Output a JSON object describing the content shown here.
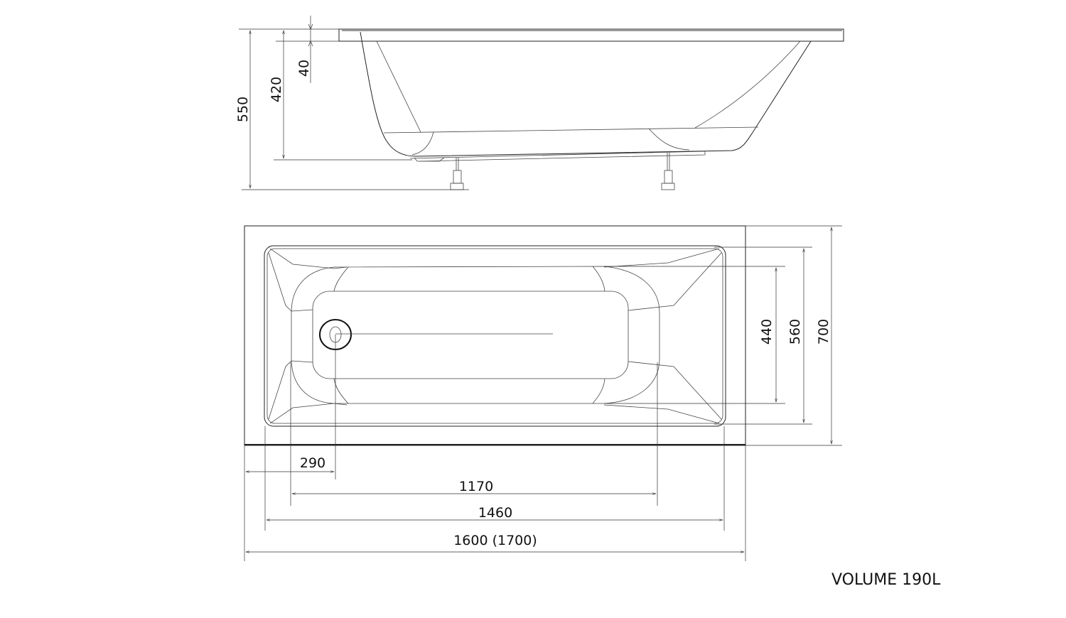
{
  "side_view": {
    "dims": {
      "total_height": "550",
      "depth": "420",
      "rim": "40"
    }
  },
  "top_view": {
    "dims": {
      "drain_offset": "290",
      "floor_length": "1170",
      "inner_length": "1460",
      "overall_length": "1600 (1700)",
      "floor_width": "440",
      "inner_width": "560",
      "overall_width": "700"
    }
  },
  "volume_label": "VOLUME 190L"
}
